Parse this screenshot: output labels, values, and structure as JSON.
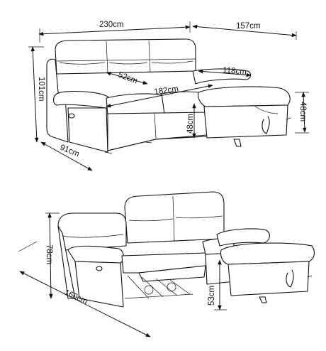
{
  "top_view": {
    "width_total": "230cm",
    "chaise_width": "157cm",
    "height": "101cm",
    "depth": "91cm",
    "seat_depth": "52cm",
    "seat_width": "182cm",
    "chaise_length": "118cm",
    "chaise_height": "48cm",
    "seat_height": "48cm"
  },
  "bottom_view": {
    "height": "78cm",
    "reclined_depth": "160cm",
    "seat_height": "53cm"
  },
  "colors": {
    "line": "#111111",
    "background": "#ffffff"
  }
}
